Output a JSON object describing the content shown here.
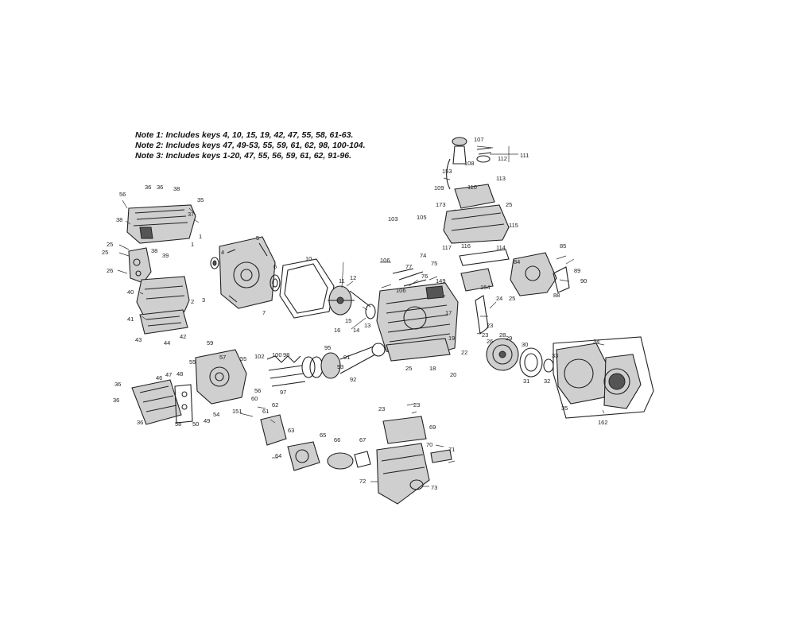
{
  "notes": [
    "Note 1: Includes keys 4, 10, 15, 19, 42, 47, 55, 58, 61-63.",
    "Note 2: Includes keys 47, 49-53, 55, 59, 61, 62, 98, 100-104.",
    "Note 3: Includes keys 1-20, 47, 55, 56, 59, 61, 62, 91-96."
  ],
  "callouts": [
    {
      "id": "c36a",
      "text": "36"
    },
    {
      "id": "c36b",
      "text": "36"
    },
    {
      "id": "c38a",
      "text": "38"
    },
    {
      "id": "c35",
      "text": "35"
    },
    {
      "id": "c56a",
      "text": "56"
    },
    {
      "id": "c37",
      "text": "37"
    },
    {
      "id": "c38b",
      "text": "38"
    },
    {
      "id": "c25a",
      "text": "25"
    },
    {
      "id": "c25b",
      "text": "25"
    },
    {
      "id": "c38c",
      "text": "38"
    },
    {
      "id": "c39",
      "text": "39"
    },
    {
      "id": "c26",
      "text": "26"
    },
    {
      "id": "c40",
      "text": "40"
    },
    {
      "id": "c41",
      "text": "41"
    },
    {
      "id": "c43",
      "text": "43"
    },
    {
      "id": "c44",
      "text": "44"
    },
    {
      "id": "c42",
      "text": "42"
    },
    {
      "id": "c59a",
      "text": "59"
    },
    {
      "id": "c55a",
      "text": "55"
    },
    {
      "id": "c57",
      "text": "57"
    },
    {
      "id": "c55b",
      "text": "55"
    },
    {
      "id": "c46",
      "text": "46"
    },
    {
      "id": "c47",
      "text": "47"
    },
    {
      "id": "c48",
      "text": "48"
    },
    {
      "id": "c36c",
      "text": "36"
    },
    {
      "id": "c36d",
      "text": "36"
    },
    {
      "id": "c36e",
      "text": "36"
    },
    {
      "id": "c58",
      "text": "58"
    },
    {
      "id": "c50",
      "text": "50"
    },
    {
      "id": "c49",
      "text": "49"
    },
    {
      "id": "c54",
      "text": "54"
    },
    {
      "id": "c151",
      "text": "151"
    },
    {
      "id": "c60",
      "text": "60"
    },
    {
      "id": "c56b",
      "text": "56"
    },
    {
      "id": "c1a",
      "text": "1"
    },
    {
      "id": "c1b",
      "text": "1"
    },
    {
      "id": "c4",
      "text": "4"
    },
    {
      "id": "c5",
      "text": "5"
    },
    {
      "id": "c2",
      "text": "2"
    },
    {
      "id": "c3",
      "text": "3"
    },
    {
      "id": "c6",
      "text": "6"
    },
    {
      "id": "c7",
      "text": "7"
    },
    {
      "id": "c10",
      "text": "10"
    },
    {
      "id": "c11",
      "text": "11"
    },
    {
      "id": "c12",
      "text": "12"
    },
    {
      "id": "c13",
      "text": "13"
    },
    {
      "id": "c14",
      "text": "14"
    },
    {
      "id": "c15",
      "text": "15"
    },
    {
      "id": "c16",
      "text": "16"
    },
    {
      "id": "c61",
      "text": "61"
    },
    {
      "id": "c62",
      "text": "62"
    },
    {
      "id": "c63",
      "text": "63"
    },
    {
      "id": "c64",
      "text": "64"
    },
    {
      "id": "c65",
      "text": "65"
    },
    {
      "id": "c66",
      "text": "66"
    },
    {
      "id": "c67",
      "text": "67"
    },
    {
      "id": "c102",
      "text": "102"
    },
    {
      "id": "c100",
      "text": "100"
    },
    {
      "id": "c98",
      "text": "98"
    },
    {
      "id": "c97",
      "text": "97"
    },
    {
      "id": "c95",
      "text": "95"
    },
    {
      "id": "c93",
      "text": "93"
    },
    {
      "id": "c92",
      "text": "92"
    },
    {
      "id": "c91",
      "text": "91"
    },
    {
      "id": "c25c",
      "text": "25"
    },
    {
      "id": "c18",
      "text": "18"
    },
    {
      "id": "c20",
      "text": "20"
    },
    {
      "id": "c19",
      "text": "19"
    },
    {
      "id": "c17",
      "text": "17"
    },
    {
      "id": "c22",
      "text": "22"
    },
    {
      "id": "c23a",
      "text": "23"
    },
    {
      "id": "c23b",
      "text": "23"
    },
    {
      "id": "c23c",
      "text": "23"
    },
    {
      "id": "c23d",
      "text": "23"
    },
    {
      "id": "c24",
      "text": "24"
    },
    {
      "id": "c25d",
      "text": "25"
    },
    {
      "id": "c69",
      "text": "69"
    },
    {
      "id": "c70",
      "text": "70"
    },
    {
      "id": "c71",
      "text": "71"
    },
    {
      "id": "c72",
      "text": "72"
    },
    {
      "id": "c73",
      "text": "73"
    },
    {
      "id": "c106a",
      "text": "106"
    },
    {
      "id": "c106b",
      "text": "106"
    },
    {
      "id": "c77",
      "text": "77"
    },
    {
      "id": "c74",
      "text": "74"
    },
    {
      "id": "c75",
      "text": "75"
    },
    {
      "id": "c76",
      "text": "76"
    },
    {
      "id": "c149",
      "text": "149"
    },
    {
      "id": "c154",
      "text": "154"
    },
    {
      "id": "c103",
      "text": "103"
    },
    {
      "id": "c105",
      "text": "105"
    },
    {
      "id": "c107",
      "text": "107"
    },
    {
      "id": "c112",
      "text": "112"
    },
    {
      "id": "c111",
      "text": "111"
    },
    {
      "id": "c153",
      "text": "153"
    },
    {
      "id": "c108",
      "text": "108"
    },
    {
      "id": "c109",
      "text": "109"
    },
    {
      "id": "c113",
      "text": "113"
    },
    {
      "id": "c110",
      "text": "110"
    },
    {
      "id": "c173",
      "text": "173"
    },
    {
      "id": "c115",
      "text": "115"
    },
    {
      "id": "c25e",
      "text": "25"
    },
    {
      "id": "c116",
      "text": "116"
    },
    {
      "id": "c117",
      "text": "117"
    },
    {
      "id": "c114",
      "text": "114"
    },
    {
      "id": "c84",
      "text": "84"
    },
    {
      "id": "c85",
      "text": "85"
    },
    {
      "id": "c89",
      "text": "89"
    },
    {
      "id": "c90",
      "text": "90"
    },
    {
      "id": "c88",
      "text": "88"
    },
    {
      "id": "c26b",
      "text": "26"
    },
    {
      "id": "c28",
      "text": "28"
    },
    {
      "id": "c29",
      "text": "29"
    },
    {
      "id": "c30",
      "text": "30"
    },
    {
      "id": "c31",
      "text": "31"
    },
    {
      "id": "c32",
      "text": "32"
    },
    {
      "id": "c33",
      "text": "33"
    },
    {
      "id": "c34",
      "text": "34"
    },
    {
      "id": "c35b",
      "text": "35"
    },
    {
      "id": "c162",
      "text": "162"
    }
  ]
}
